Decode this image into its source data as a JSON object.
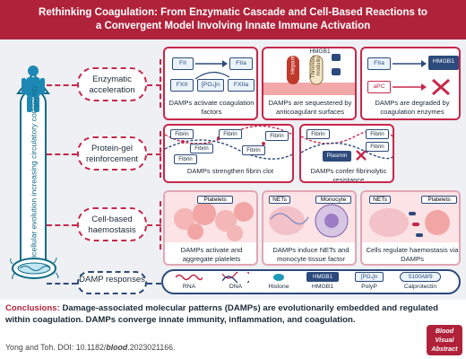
{
  "title": "Rethinking Coagulation: From Enzymatic Cascade and Cell-Based Reactions to a Convergent Model Involving Innate Immune Activation",
  "side_label": "Multicellular evolution increasing circulatory complexity",
  "rows": [
    {
      "label": "Enzymatic acceleration"
    },
    {
      "label": "Protein-gel reinforcement"
    },
    {
      "label": "Cell-based haemostasis"
    },
    {
      "label": "DAMP responses"
    }
  ],
  "enzymatic": {
    "chips": {
      "fii": "FII",
      "fiia": "FIIa",
      "fxii": "FXII",
      "po4": "[PO₄]n",
      "fxiia": "FXIIa",
      "fiia2": "FIIa",
      "apc": "aPC",
      "hmgb1": "HMGB1"
    },
    "heparin": "Heparin",
    "thrombomodulin": "Thrombo-modulin",
    "hmgb1_top": "HMGB1",
    "captions": [
      "DAMPs activate coagulation factors",
      "DAMPs are sequestered by anticoagulant surfaces",
      "DAMPs are degraded by coagulation enzymes"
    ]
  },
  "protein_gel": {
    "fibrin_label": "Fibrin",
    "plasmin": "Plasmin",
    "captions": [
      "DAMPs strengthen fibrin clot",
      "DAMPs confer fibrinolytic resistance"
    ]
  },
  "cell": {
    "platelets": "Platelets",
    "nets": "NETs",
    "monocyte": "Monocyte",
    "nets2": "NETs",
    "platelets2": "Platelets",
    "captions": [
      "DAMPs activate and aggregate platelets",
      "DAMPs induce NETs and monocyte tissue factor",
      "Cells regulate haemostasis via DAMPs"
    ]
  },
  "legend": [
    {
      "name": "RNA"
    },
    {
      "name": "DNA"
    },
    {
      "name": "Histone"
    },
    {
      "name": "HMGB1",
      "chip": "HMGB1"
    },
    {
      "name": "PolyP",
      "chip": "[PO₄]n"
    },
    {
      "name": "Calprotectin",
      "chip": "S100A8/9"
    }
  ],
  "conclusion": {
    "label": "Conclusions:",
    "text": "Damage-associated molecular patterns (DAMPs) are evolutionarily embedded and regulated within coagulation. DAMPs converge innate immunity, inflammation, and coagulation."
  },
  "citation": {
    "authors": "Yong and Toh. DOI: 10.1182/",
    "journal": "blood",
    "rest": ".2023021166."
  },
  "badge": {
    "line1": "Blood",
    "line2": "Visual",
    "line3": "Abstract"
  },
  "colors": {
    "brand": "#b0223a",
    "accent": "#c6284a",
    "teal": "#0e6b86",
    "navy": "#2c4a7c",
    "background": "#eef0f3"
  }
}
